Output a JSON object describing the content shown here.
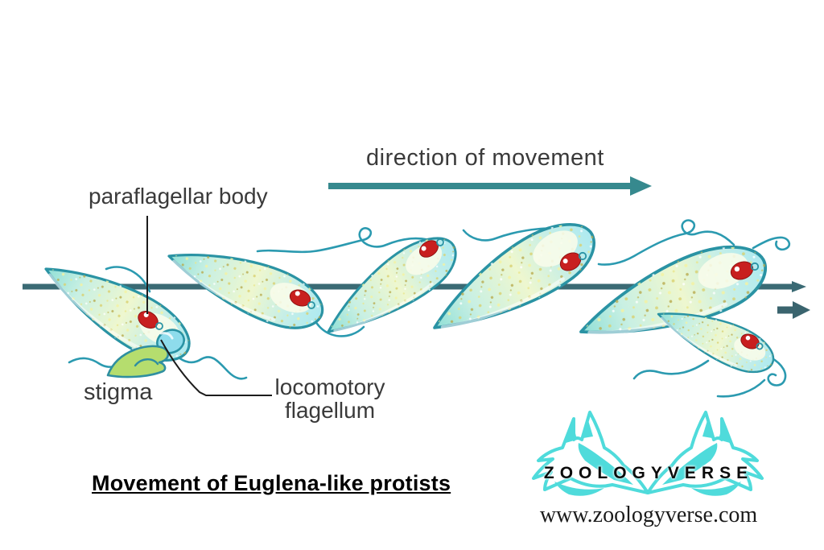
{
  "labels": {
    "direction_of_movement": "direction of movement",
    "paraflagellar_body": "paraflagellar body",
    "stigma": "stigma",
    "locomotory_flagellum": "locomotory flagellum",
    "locomotory_line1": "locomotory",
    "locomotory_line2": "flagellum"
  },
  "caption": {
    "title": "Movement of Euglena-like protists"
  },
  "branding": {
    "logo_text": "ZOOLOGYVERSE",
    "website": "www.zoologyverse.com",
    "logo_icon": "twin-wolf-heads-icon"
  },
  "icons": {
    "direction_arrow": "right-arrow-icon",
    "movement_line": "horizontal-line-right-arrow-icon"
  },
  "colors": {
    "movement_line_teal": "#3a6a74",
    "direction_arrow_teal": "#36898e",
    "cell_outline_teal": "#2a93a4",
    "cell_fill_cyan": "#c9f0e3",
    "cell_fill_pale_yellow": "#eef7cf",
    "eyespot_red": "#c81f1f",
    "stigma_green": "#b5dd6e",
    "logo_cyan": "#4fdbdb",
    "label_text": "#3a3a3a"
  }
}
